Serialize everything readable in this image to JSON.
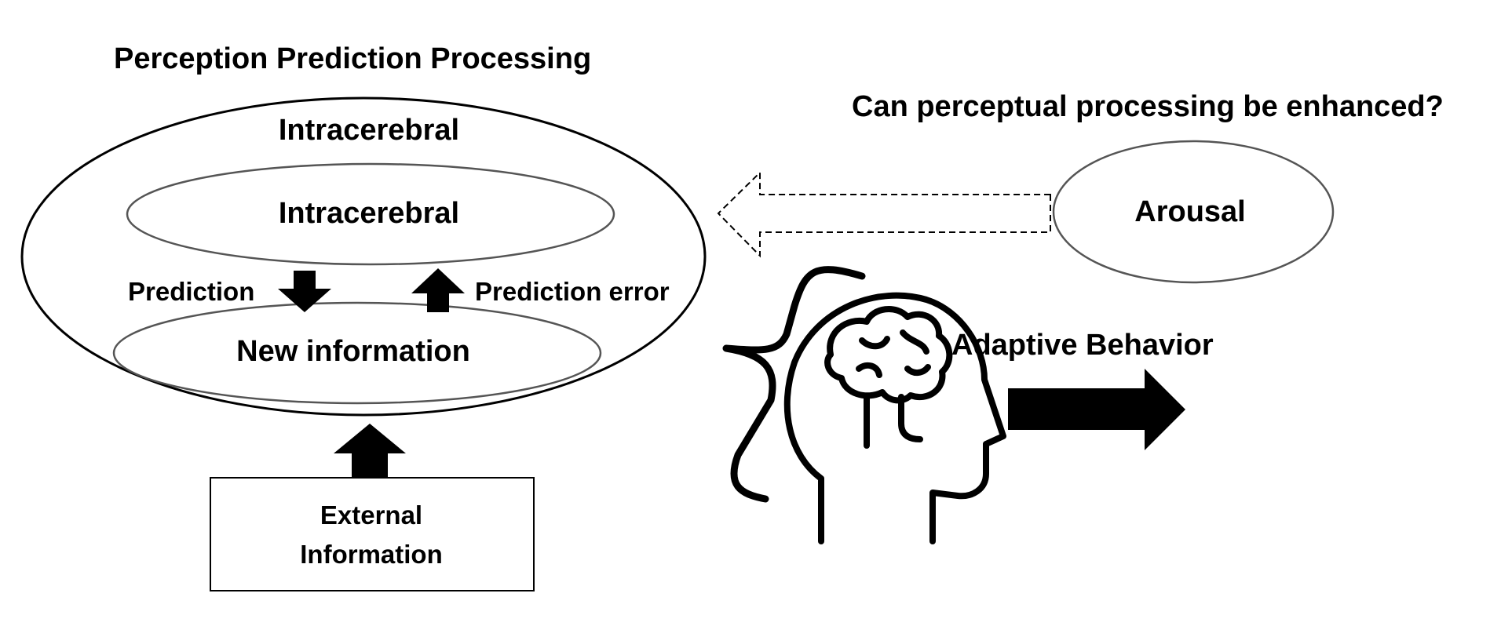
{
  "title": "Perception Prediction Processing",
  "question": "Can perceptual processing be enhanced?",
  "outer_ellipse_label": "Intracerebral",
  "inner_top_label": "Intracerebral",
  "inner_bottom_label": "New information",
  "prediction_label": "Prediction",
  "prediction_error_label": "Prediction  error",
  "external_info": {
    "line1": "External",
    "line2": "Information"
  },
  "arousal_label": "Arousal",
  "adaptive_label": "Adaptive Behavior",
  "icons": {
    "brain_head": "head-with-brain-icon",
    "brace": "left-curly-brace",
    "arrow_right": "thick-right-arrow"
  },
  "colors": {
    "stroke": "#000000",
    "inner_ellipse_stroke": "#555555",
    "background": "#ffffff"
  }
}
